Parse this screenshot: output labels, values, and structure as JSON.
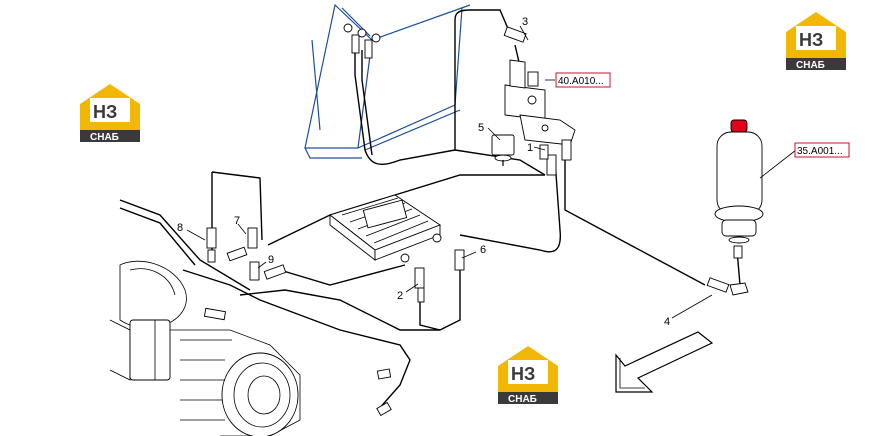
{
  "diagram": {
    "part_labels": [
      "1",
      "2",
      "3",
      "4",
      "5",
      "6",
      "7",
      "8",
      "9"
    ],
    "references": [
      {
        "text": "40.A010..."
      },
      {
        "text": "35.A001..."
      }
    ]
  },
  "logos": [
    {
      "letters": "НЗ",
      "caption": "СНАБ"
    },
    {
      "letters": "НЗ",
      "caption": "СНАБ"
    },
    {
      "letters": "НЗ",
      "caption": "СНАБ"
    }
  ],
  "colors": {
    "frame_blue": "#1a4f9c",
    "reference_box": "#c8102e",
    "logo_yellow": "#f2b705",
    "logo_dark": "#3a3a3a",
    "tank_cap": "#e3001b"
  }
}
